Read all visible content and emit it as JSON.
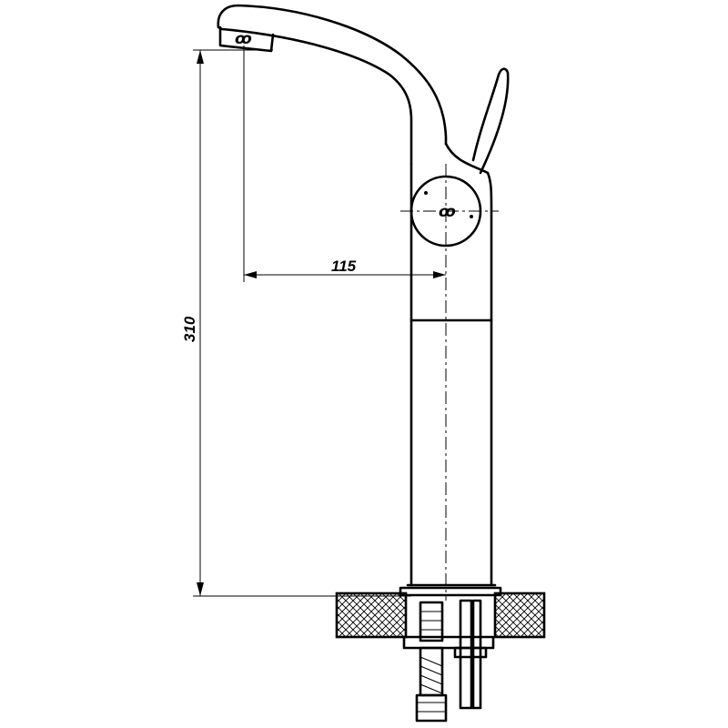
{
  "drawing": {
    "dimension_horizontal": "115",
    "dimension_vertical": "310",
    "aerator_mark": "ꝏ",
    "handle_mark": "ꝏ"
  }
}
